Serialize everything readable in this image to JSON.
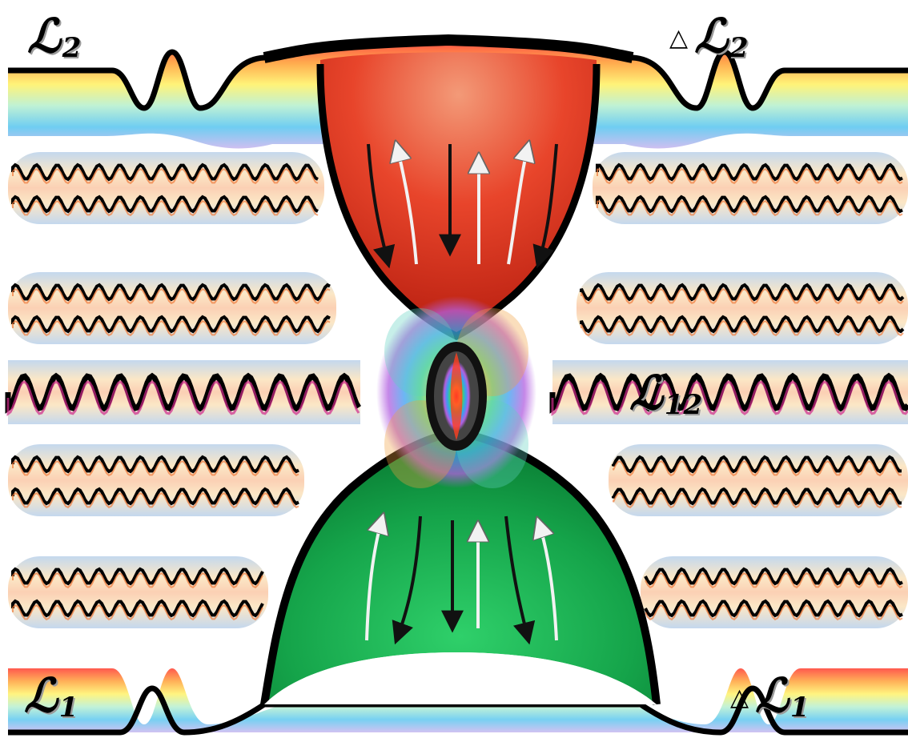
{
  "labels": {
    "l2": {
      "main": "ℒ",
      "sub": "2"
    },
    "delta_l2": {
      "prefix": "△",
      "main": "ℒ",
      "sub": "2"
    },
    "l12": {
      "main": "ℒ",
      "sub": "12"
    },
    "l1": {
      "main": "ℒ",
      "sub": "1"
    },
    "delta_l1": {
      "prefix": "△",
      "main": "ℒ",
      "sub": "1"
    }
  },
  "colors": {
    "upper_lobe": "#e8452b",
    "lower_lobe": "#15a44a",
    "outline": "#000000",
    "arrow_dark": "#111111",
    "arrow_light": "#f2f2f2"
  },
  "icons": {
    "upper_flow_arrows": "up-down-arrows-icon",
    "lower_flow_arrows": "up-down-arrows-icon",
    "central_vortex": "vortex-icon"
  }
}
